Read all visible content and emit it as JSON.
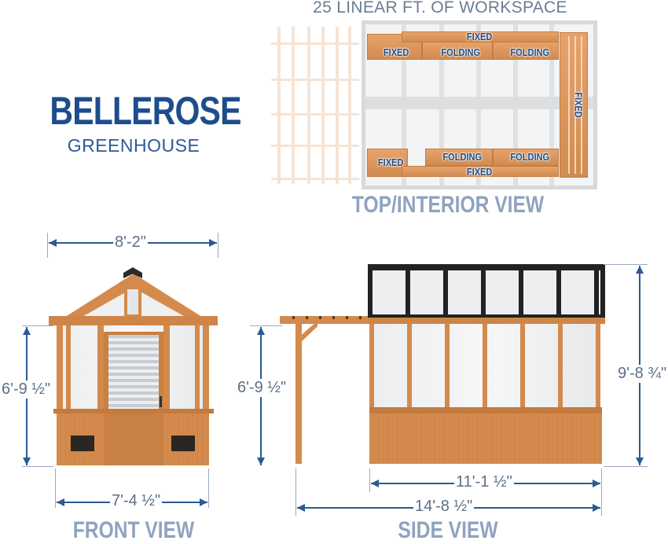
{
  "brand": {
    "title": "BELLEROSE",
    "subtitle": "GREENHOUSE"
  },
  "top_view": {
    "headline": "25 LINEAR FT. OF WORKSPACE",
    "label": "TOP/INTERIOR VIEW",
    "benches": {
      "top_back": "FIXED",
      "top_left": "FIXED",
      "top_fold1": "FOLDING",
      "top_fold2": "FOLDING",
      "right_side": "FIXED",
      "bottom_left": "FIXED",
      "bottom_fold1": "FOLDING",
      "bottom_fold2": "FOLDING",
      "bottom_back": "FIXED"
    }
  },
  "front_view": {
    "label": "FRONT VIEW",
    "width_top": "8'-2\"",
    "wall_height": "6'-9 ½\"",
    "width_base": "7'-4 ½\""
  },
  "side_view": {
    "label": "SIDE VIEW",
    "pergola_height": "6'-9 ½\"",
    "total_height": "9'-8 ¾\"",
    "body_length": "11'-1 ½\"",
    "total_length": "14'-8 ½\""
  },
  "colors": {
    "brand_blue": "#1d4d8c",
    "label_gray_blue": "#8fa3bf",
    "dimension_blue": "#2b5a94",
    "wood": "#d48a4c",
    "roof_black": "#222222"
  }
}
